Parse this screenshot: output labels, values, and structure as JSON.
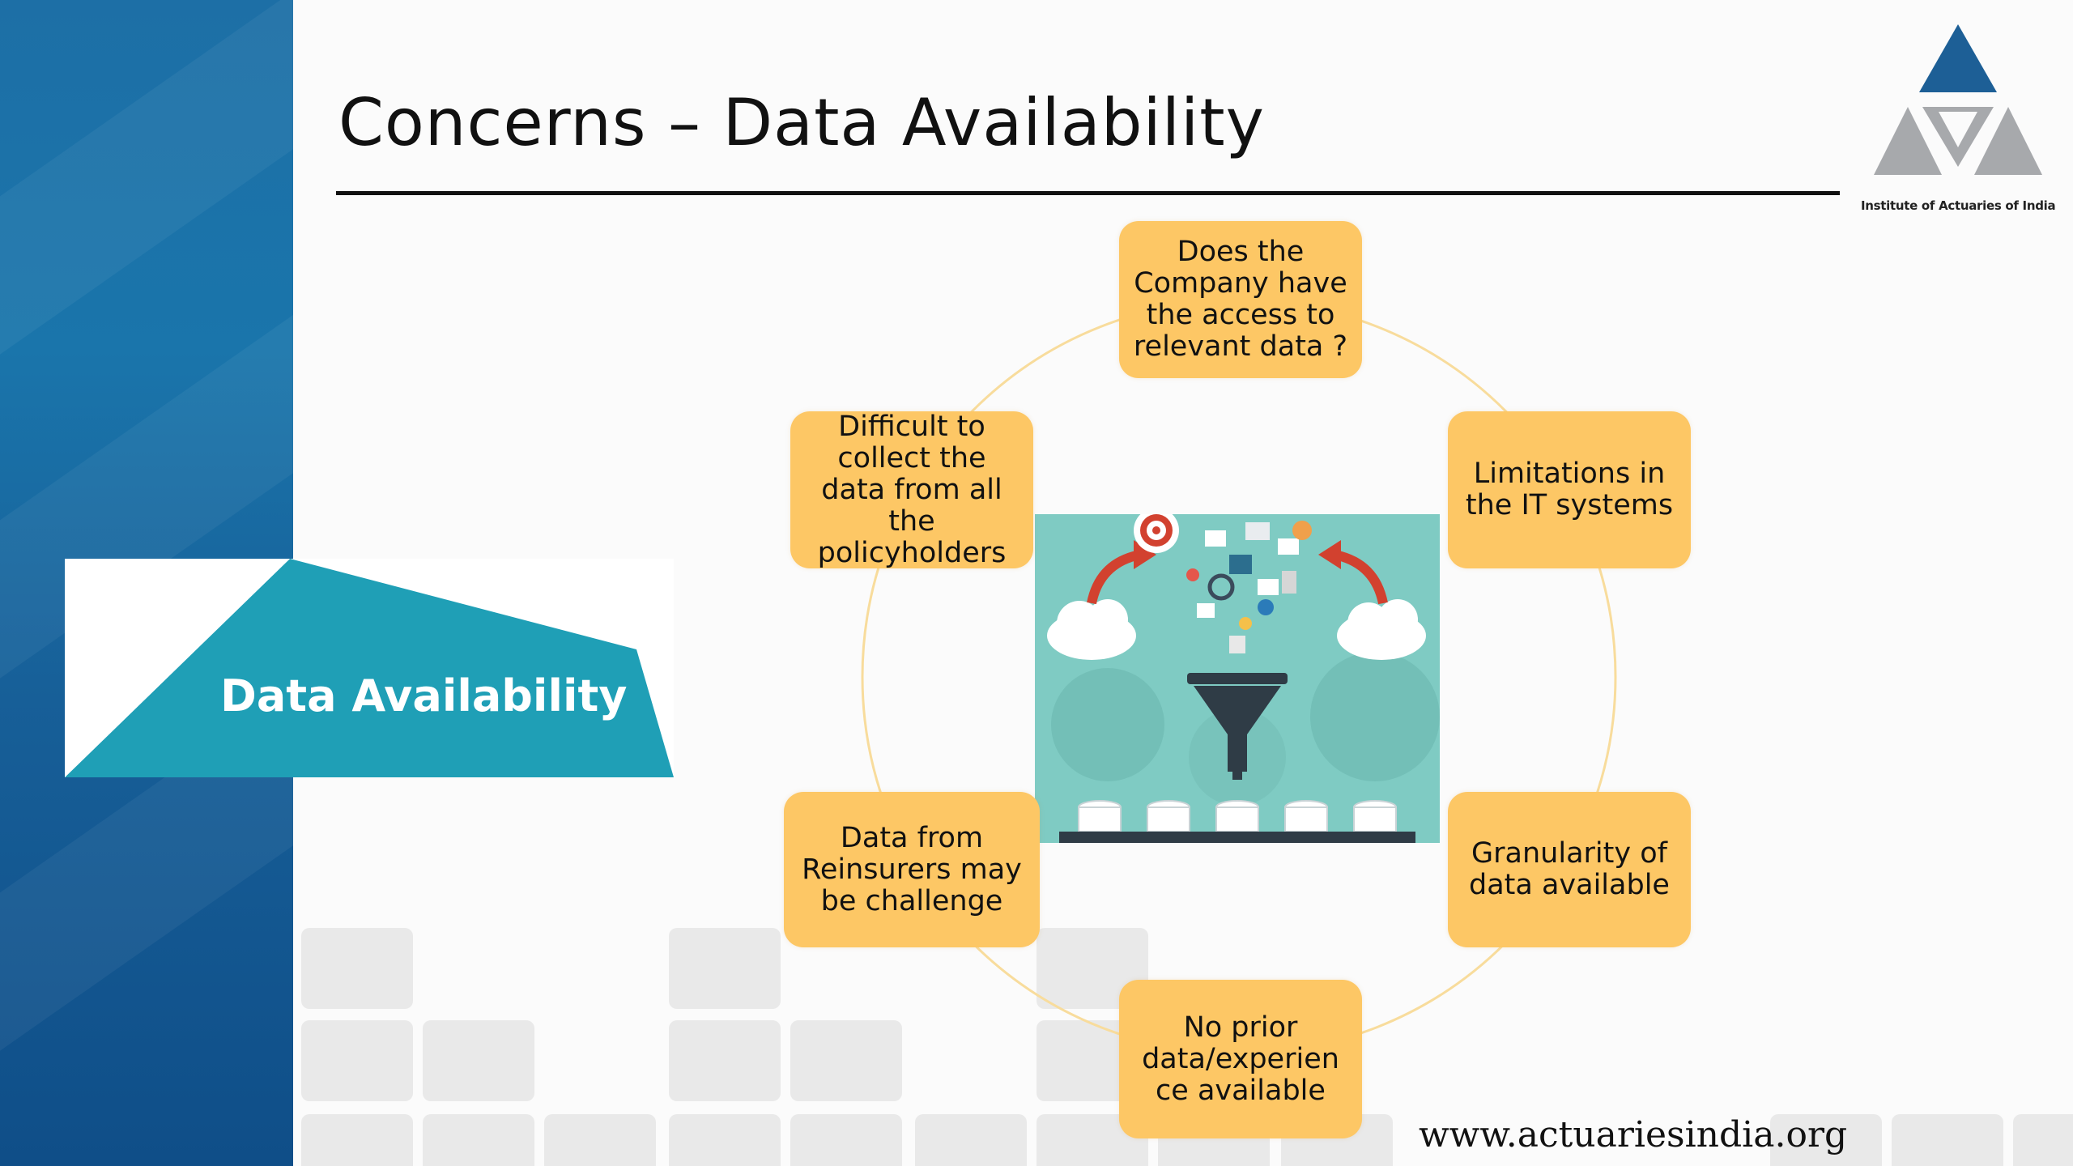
{
  "slide": {
    "title": "Concerns – Data Availability",
    "banner_label": "Data Availability",
    "logo_caption": "Institute of Actuaries of India",
    "footer_url": "www.actuariesindia.org"
  },
  "concerns": [
    {
      "id": "top",
      "text": "Does the Company have the access to relevant data ?"
    },
    {
      "id": "upper-right",
      "text": "Limitations in the IT systems"
    },
    {
      "id": "lower-right",
      "text": "Granularity of data available"
    },
    {
      "id": "bottom",
      "text": "No prior data/experien ce available"
    },
    {
      "id": "lower-left",
      "text": "Data from Reinsurers may be challenge"
    },
    {
      "id": "upper-left",
      "text": "Difficult to collect the data from all the policyholders"
    }
  ],
  "colors": {
    "band_blue": "#1a6aa3",
    "banner_teal": "#1f9fb6",
    "box_yellow": "#fdc765",
    "logo_blue": "#1d5f96",
    "logo_grey": "#a7a9ac",
    "illustration_bg": "#7fcbc3"
  },
  "icons": [
    "institute-logo",
    "data-funnel-illustration",
    "target-icon",
    "gear-icon",
    "cloud-icon",
    "database-icon",
    "arrow-icon"
  ]
}
